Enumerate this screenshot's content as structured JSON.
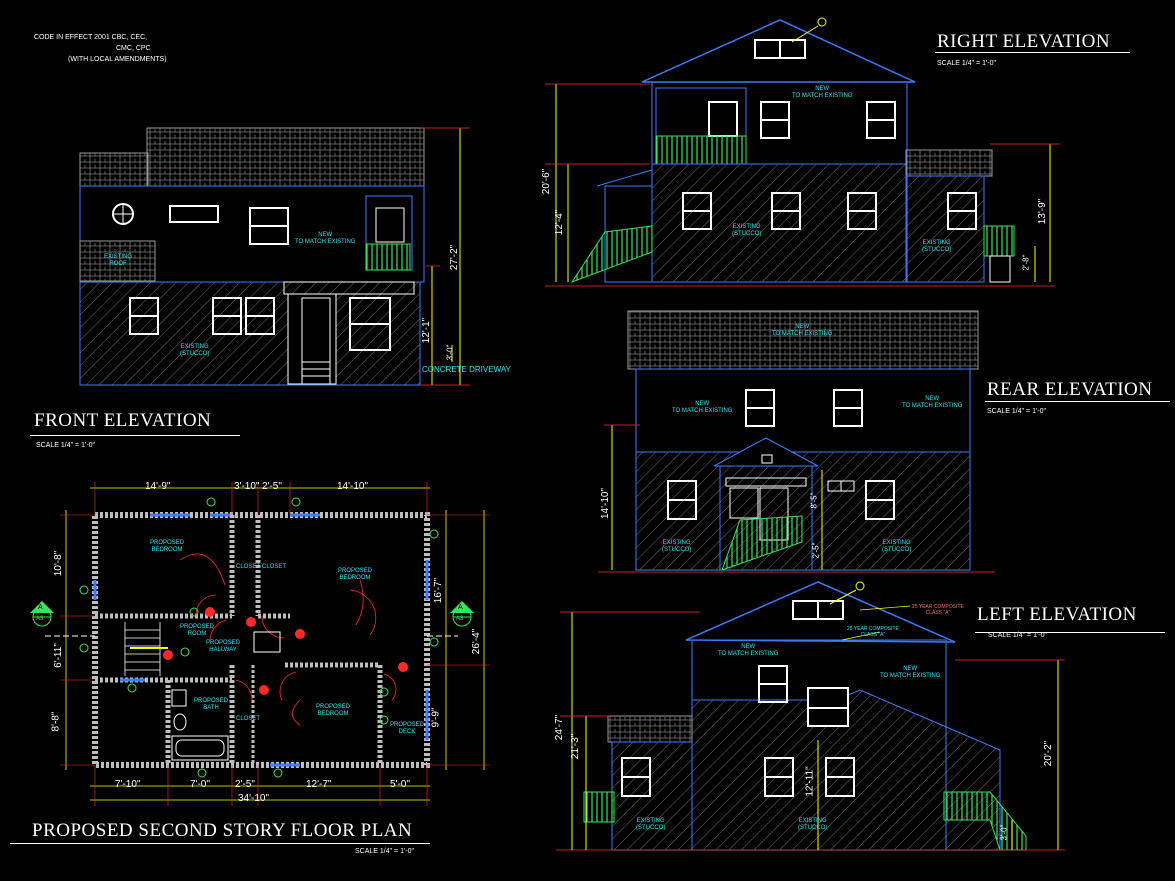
{
  "code_note": {
    "line1": "CODE IN EFFECT      2001 CBC, CEC,",
    "line2": "CMC, CPC",
    "line3": "(WITH LOCAL AMENDMENTS)"
  },
  "front": {
    "title": "FRONT ELEVATION",
    "scale": "SCALE 1/4\" = 1'-0\"",
    "tag_new": "NEW\nTO MATCH EXISTING",
    "tag_existing_roof": "EXISTING\nROOF",
    "tag_existing_stucco": "EXISTING\n(STUCCO)",
    "driveway": "CONCRETE DRIVEWAY",
    "dim_total": "27'-2\"",
    "dim_lower": "12'-1\"",
    "dim_small": "3'-0\""
  },
  "right": {
    "title": "RIGHT ELEVATION",
    "scale": "SCALE 1/4\" = 1'-0\"",
    "tag_new": "NEW\nTO MATCH EXISTING",
    "tag_existing_stucco": "EXISTING\n(STUCCO)",
    "tag_existing_stucco2": "EXISTING\n(STUCCO)",
    "dim_a": "20'-6\"",
    "dim_b": "12'-4\"",
    "dim_c": "13'-9\"",
    "dim_d": "2'-8\""
  },
  "rear": {
    "title": "REAR ELEVATION",
    "scale": "SCALE 1/4\" = 1'-0\"",
    "tag_new_roof": "NEW\nTO MATCH EXISTING",
    "tag_new_left": "NEW\nTO MATCH EXISTING",
    "tag_new_right": "NEW\nTO MATCH EXISTING",
    "tag_existing_left": "EXISTING\n(STUCCO)",
    "tag_existing_right": "EXISTING\n(STUCCO)",
    "dim_a": "14'-10\"",
    "dim_b": "8'-5\"",
    "dim_c": "2'-5\""
  },
  "left": {
    "title": "LEFT ELEVATION",
    "scale": "SCALE 1/4\" = 1'-0\"",
    "tag_new_a": "NEW\nTO MATCH EXISTING",
    "tag_new_b": "NEW\nTO MATCH EXISTING",
    "tag_roof": "25 YEAR COMPOSITE\nCLASS \"A\"",
    "tag_roof2": "25 YEAR COMPOSITE\nCLASS \"A\"",
    "tag_existing_left": "EXISTING\n(STUCCO)",
    "tag_existing_mid": "EXISTING\n(STUCCO)",
    "dim_a": "24'-7\"",
    "dim_b": "21'-3\"",
    "dim_c": "12'-11\"",
    "dim_d": "20'-2\"",
    "dim_e": "3'-0\""
  },
  "plan": {
    "title": "PROPOSED SECOND STORY FLOOR PLAN",
    "scale": "SCALE 1/4\" = 1'-0\"",
    "top_dims": [
      "14'-9\"",
      "3'-10\"",
      "2'-5\"",
      "14'-10\""
    ],
    "bottom_dims": [
      "7'-10\"",
      "7'-0\"",
      "2'-5\"",
      "12'-7\"",
      "5'-0\""
    ],
    "bottom_total": "34'-10\"",
    "left_dims": [
      "10'-8\"",
      "6'-11\"",
      "8'-8\""
    ],
    "right_dims": [
      "16'-7\"",
      "26'-4\"",
      "9'-9\""
    ],
    "rooms": {
      "bed1": "PROPOSED\nBEDROOM",
      "bed2": "PROPOSED\nBEDROOM",
      "bed3": "PROPOSED\nBEDROOM",
      "closet1": "CLOSET",
      "closet2": "CLOSET",
      "closet3": "CLOSET",
      "hallway": "PROPOSED\nHALLWAY",
      "bath": "PROPOSED\nBATH",
      "deck": "PROPOSED\nDECK",
      "proposed": "PROPOSED\nROOM"
    },
    "section": "A",
    "section_sheet": "A3"
  },
  "colors": {
    "cyan": "#27e6f5",
    "green": "#36e65a",
    "yellow": "#ffff00",
    "red": "#ff2a2a",
    "blue": "#3a7bff",
    "gray": "#bdbdbd",
    "white": "#ffffff"
  }
}
